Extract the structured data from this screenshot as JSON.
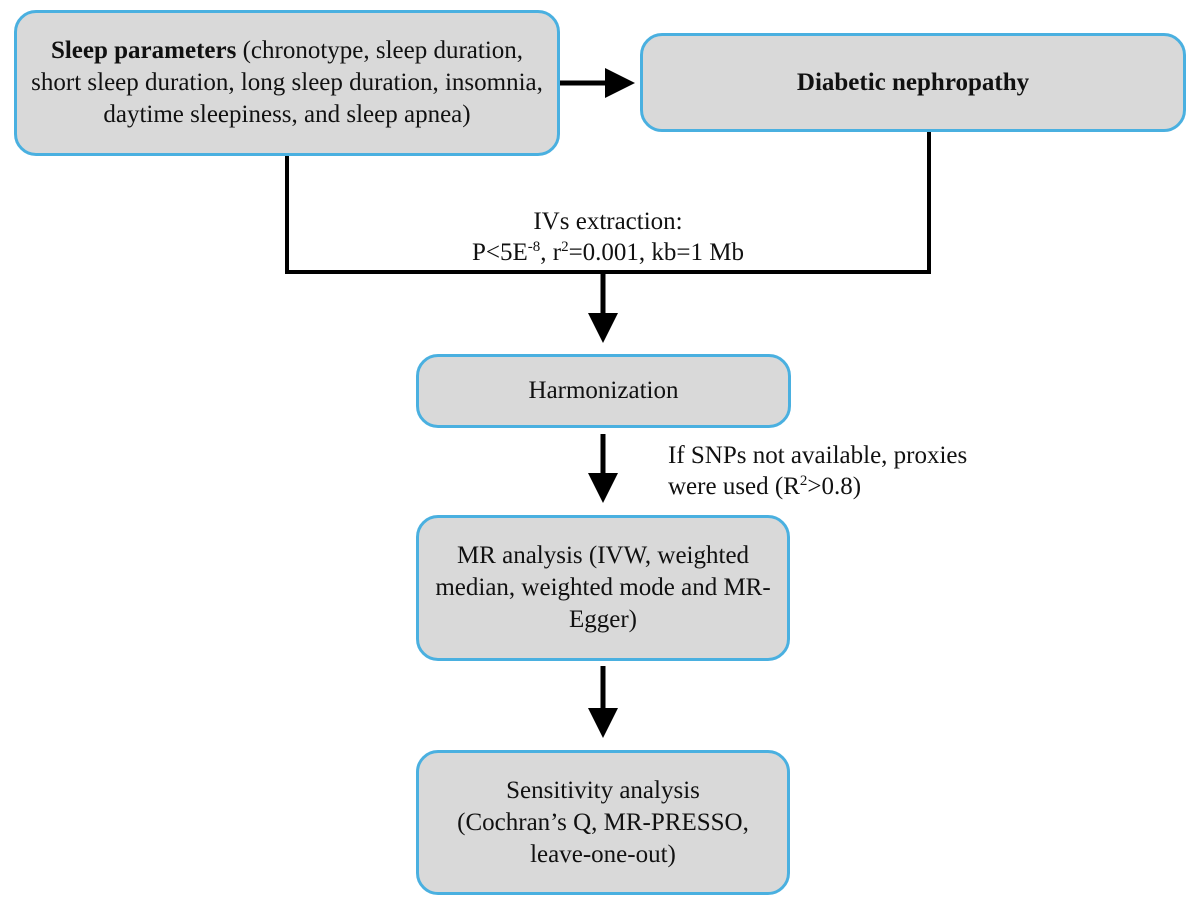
{
  "nodes": {
    "sleep_parameters": {
      "title": "Sleep parameters",
      "detail": " (chronotype, sleep duration, short sleep duration, long sleep duration, insomnia, daytime sleepiness, and sleep apnea)"
    },
    "diabetic_nephropathy": {
      "title": "Diabetic nephropathy"
    },
    "harmonization": {
      "label": "Harmonization"
    },
    "mr_analysis": {
      "label": "MR analysis (IVW, weighted median, weighted mode and MR-Egger)"
    },
    "sensitivity_analysis": {
      "line1": "Sensitivity analysis",
      "line2": "(Cochran’s Q, MR-PRESSO, leave-one-out)"
    }
  },
  "annotations": {
    "ivs_extraction": {
      "heading": "IVs extraction:",
      "p_prefix": "P<5E",
      "p_exponent": "-8",
      "r_prefix": ", r",
      "r_exponent": "2",
      "r_rest": "=0.001, kb=1 Mb"
    },
    "proxies": {
      "line1": "If SNPs not available, proxies",
      "line2_prefix": "were used (R",
      "line2_exponent": "2",
      "line2_rest": ">0.8)"
    }
  },
  "colors": {
    "box_fill": "#d9d9d9",
    "box_border": "#4ab0e0",
    "connector": "#000000"
  }
}
